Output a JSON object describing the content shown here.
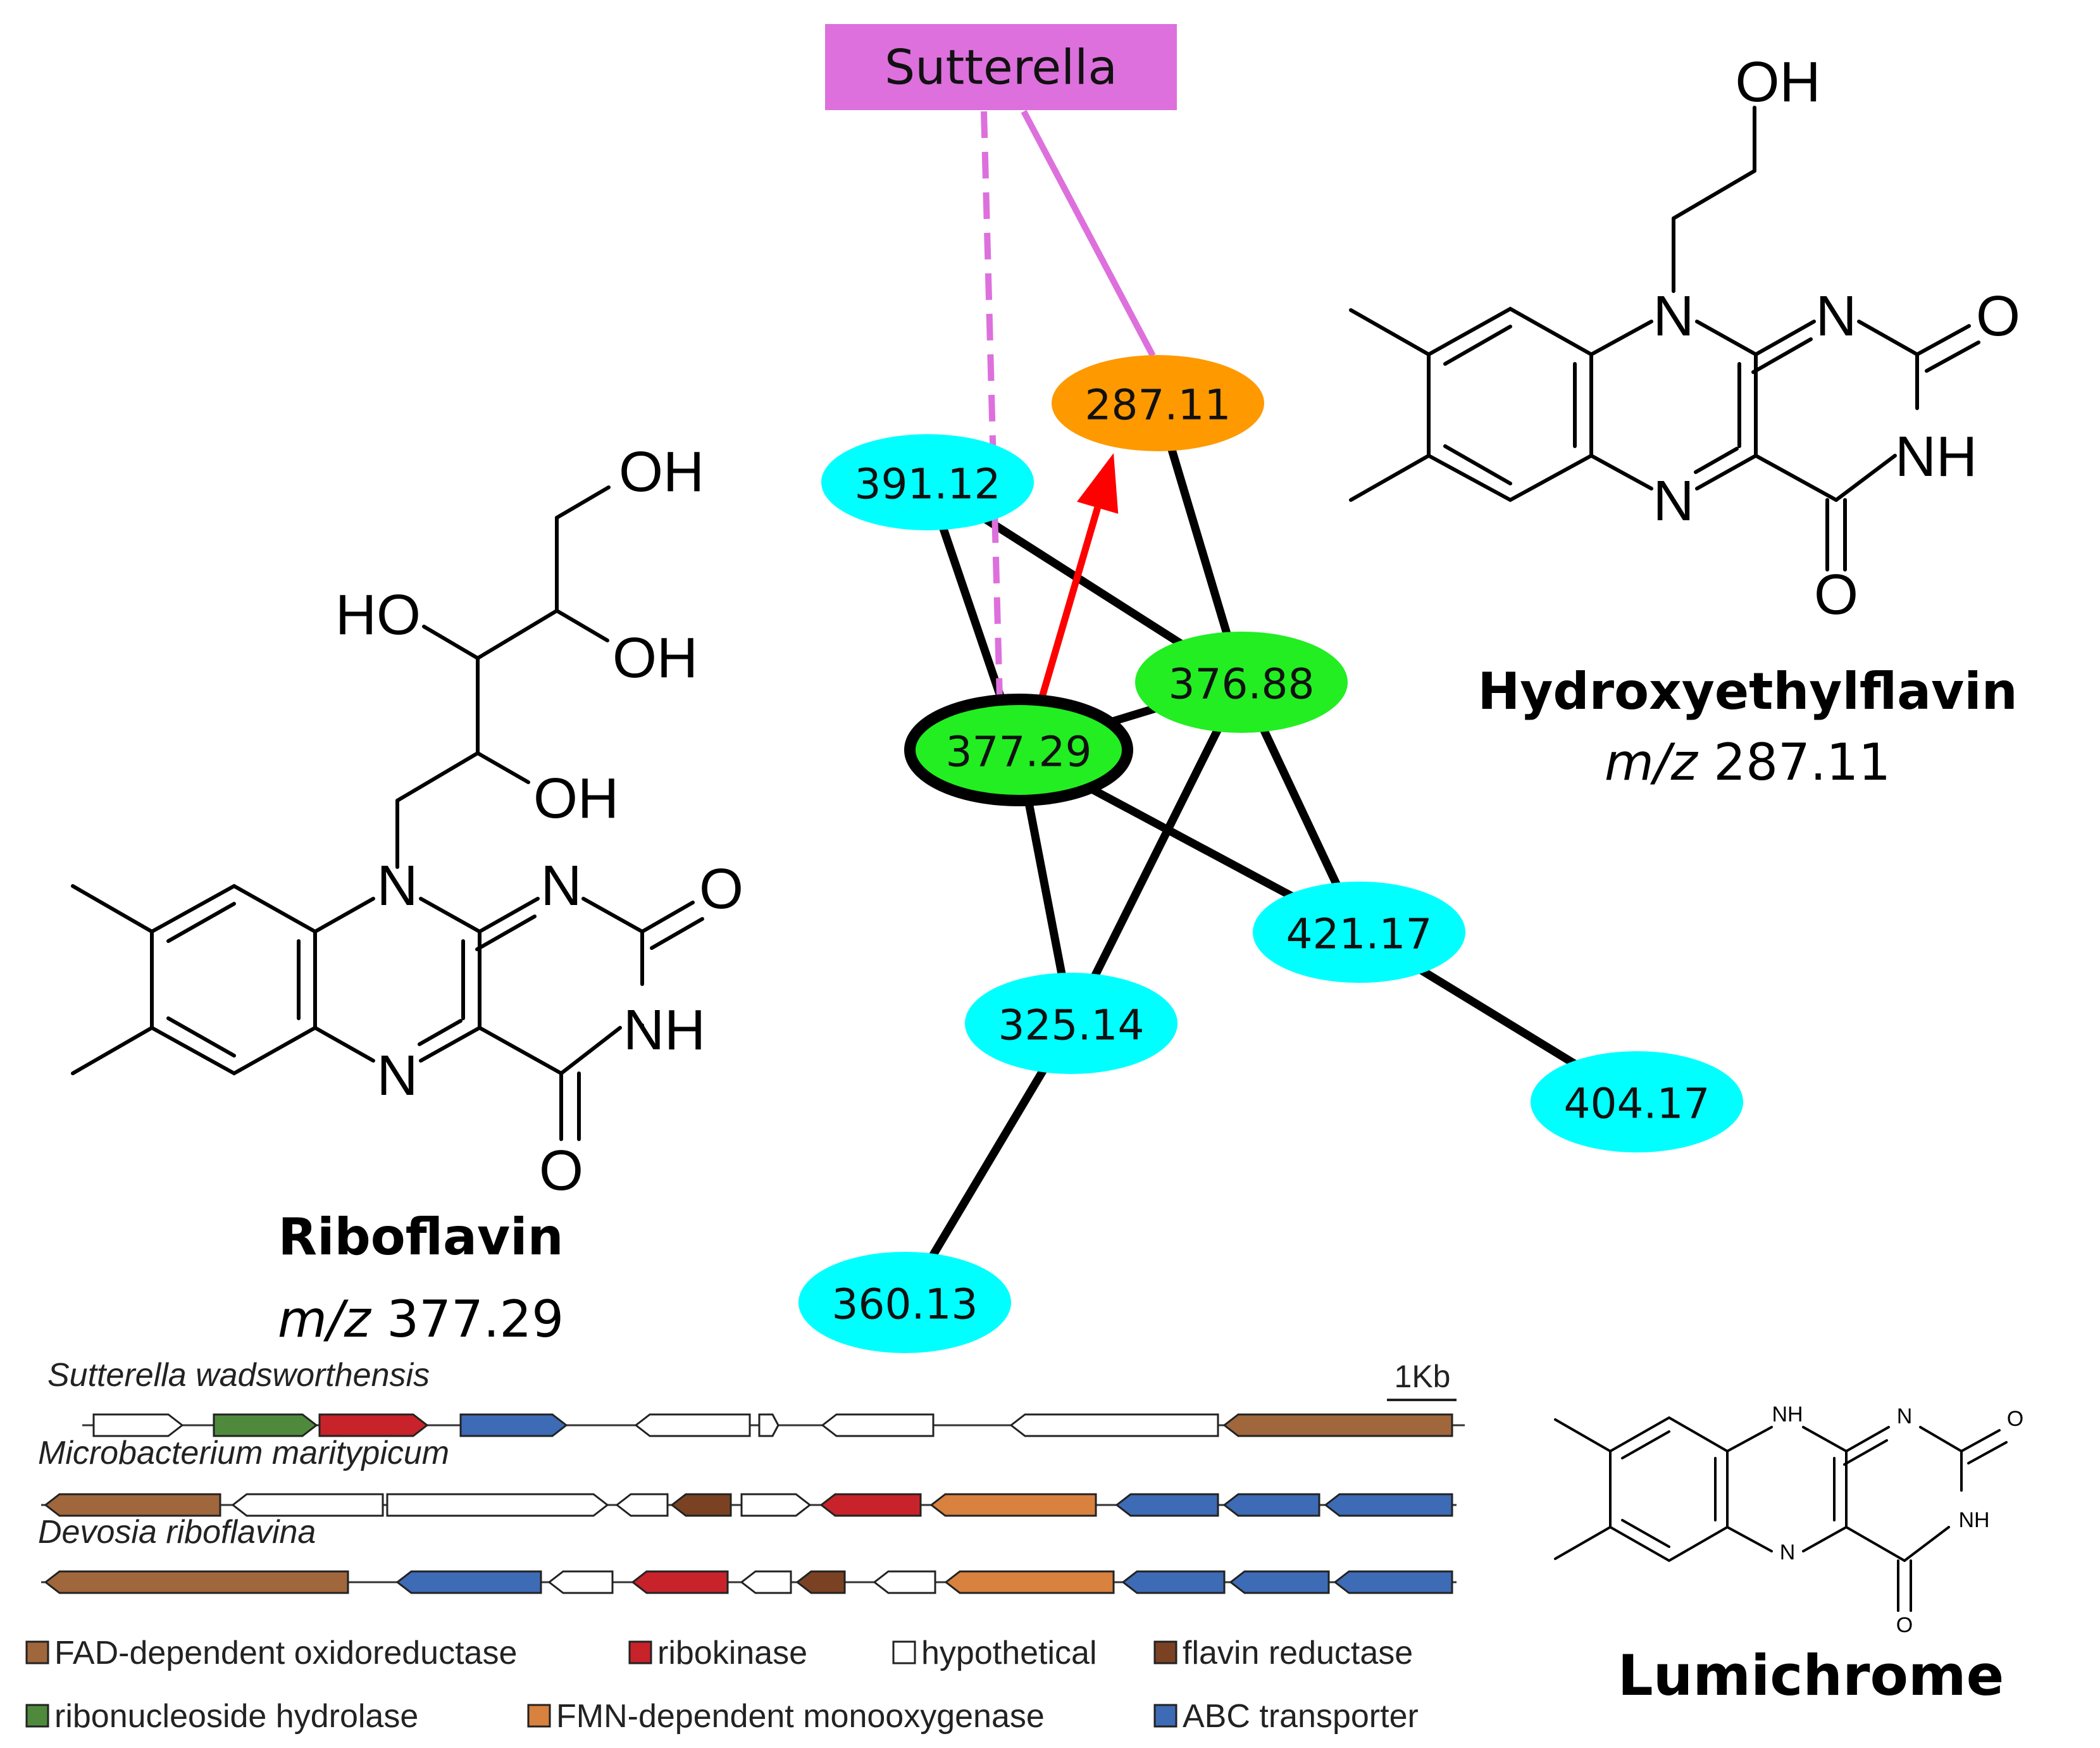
{
  "network": {
    "source_label": "Sutterella",
    "source_color": "#dd70dd",
    "nodes": [
      {
        "id": "n377",
        "label": "377.29",
        "color": "#22ee22",
        "highlight": true
      },
      {
        "id": "n376",
        "label": "376.88",
        "color": "#22ee22"
      },
      {
        "id": "n287",
        "label": "287.11",
        "color": "#ff9900"
      },
      {
        "id": "n391",
        "label": "391.12",
        "color": "#00ffff"
      },
      {
        "id": "n421",
        "label": "421.17",
        "color": "#00ffff"
      },
      {
        "id": "n325",
        "label": "325.14",
        "color": "#00ffff"
      },
      {
        "id": "n404",
        "label": "404.17",
        "color": "#00ffff"
      },
      {
        "id": "n360",
        "label": "360.13",
        "color": "#00ffff"
      }
    ],
    "edges": [
      {
        "from": "n377",
        "to": "n391"
      },
      {
        "from": "n377",
        "to": "n376"
      },
      {
        "from": "n377",
        "to": "n421"
      },
      {
        "from": "n377",
        "to": "n325"
      },
      {
        "from": "n391",
        "to": "n376"
      },
      {
        "from": "n376",
        "to": "n287"
      },
      {
        "from": "n376",
        "to": "n421"
      },
      {
        "from": "n376",
        "to": "n325"
      },
      {
        "from": "n421",
        "to": "n404"
      },
      {
        "from": "n325",
        "to": "n360"
      }
    ],
    "arrow": {
      "from": "n377",
      "to": "n287",
      "color": "#ff0000"
    },
    "source_links": [
      {
        "to": "n377",
        "style": "dashed"
      },
      {
        "to": "n287",
        "style": "solid"
      }
    ]
  },
  "compounds": {
    "riboflavin": {
      "name": "Riboflavin",
      "mz_prefix": "m/z",
      "mz_value": "377.29"
    },
    "hydroxyethylflavin": {
      "name": "Hydroxyethylflavin",
      "mz_prefix": "m/z",
      "mz_value": "287.11"
    },
    "lumichrome": {
      "name": "Lumichrome"
    }
  },
  "atom_labels": {
    "OH": "OH",
    "HO": "HO",
    "N": "N",
    "O": "O",
    "NH": "NH"
  },
  "gene_clusters": {
    "scale_label": "1Kb",
    "categories": {
      "fad": {
        "label": "FAD-dependent oxidoreductase",
        "color": "#a0663c"
      },
      "ribok": {
        "label": "ribokinase",
        "color": "#c8222a"
      },
      "hyp": {
        "label": "hypothetical",
        "color": "#ffffff"
      },
      "flavred": {
        "label": "flavin reductase",
        "color": "#7a4223"
      },
      "ribhyd": {
        "label": "ribonucleoside hydrolase",
        "color": "#4f8a3c"
      },
      "fmn": {
        "label": "FMN-dependent monooxygenase",
        "color": "#d9813e"
      },
      "abc": {
        "label": "ABC transporter",
        "color": "#3d6bb5"
      }
    },
    "legend_order": [
      [
        "fad",
        "ribok",
        "hyp",
        "flavred"
      ],
      [
        "ribhyd",
        "fmn",
        "abc"
      ]
    ],
    "tracks": [
      {
        "species": "Sutterella wadsworthensis",
        "genes": [
          {
            "cat": "hyp",
            "dir": "+"
          },
          {
            "cat": "ribhyd",
            "dir": "+"
          },
          {
            "cat": "ribok",
            "dir": "+"
          },
          {
            "cat": "abc",
            "dir": "+"
          },
          {
            "cat": "hyp",
            "dir": "-"
          },
          {
            "cat": "hyp",
            "dir": "+"
          },
          {
            "cat": "hyp",
            "dir": "-"
          },
          {
            "cat": "hyp",
            "dir": "-"
          },
          {
            "cat": "fad",
            "dir": "-"
          }
        ]
      },
      {
        "species": "Microbacterium maritypicum",
        "genes": [
          {
            "cat": "fad",
            "dir": "-"
          },
          {
            "cat": "hyp",
            "dir": "-"
          },
          {
            "cat": "hyp",
            "dir": "+"
          },
          {
            "cat": "hyp",
            "dir": "-"
          },
          {
            "cat": "flavred",
            "dir": "-"
          },
          {
            "cat": "hyp",
            "dir": "+"
          },
          {
            "cat": "ribok",
            "dir": "-"
          },
          {
            "cat": "fmn",
            "dir": "-"
          },
          {
            "cat": "abc",
            "dir": "-"
          },
          {
            "cat": "abc",
            "dir": "-"
          },
          {
            "cat": "abc",
            "dir": "-"
          }
        ]
      },
      {
        "species": "Devosia riboflavina",
        "genes": [
          {
            "cat": "fad",
            "dir": "-"
          },
          {
            "cat": "abc",
            "dir": "-"
          },
          {
            "cat": "hyp",
            "dir": "-"
          },
          {
            "cat": "ribok",
            "dir": "-"
          },
          {
            "cat": "hyp",
            "dir": "-"
          },
          {
            "cat": "flavred",
            "dir": "-"
          },
          {
            "cat": "hyp",
            "dir": "-"
          },
          {
            "cat": "fmn",
            "dir": "-"
          },
          {
            "cat": "abc",
            "dir": "-"
          },
          {
            "cat": "abc",
            "dir": "-"
          },
          {
            "cat": "abc",
            "dir": "-"
          }
        ]
      }
    ]
  }
}
